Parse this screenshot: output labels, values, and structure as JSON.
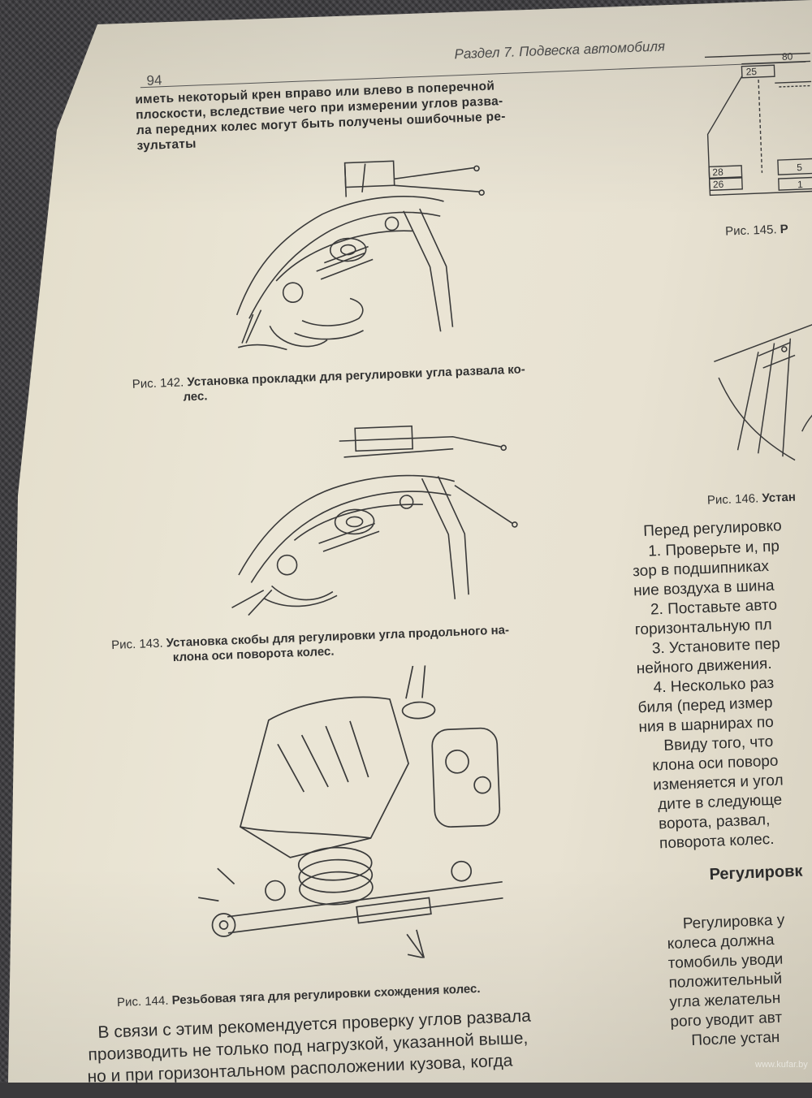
{
  "page": {
    "number": "94",
    "section_header": "Раздел 7. Подвеска автомобиля"
  },
  "top_paragraph": [
    "иметь некоторый крен вправо или влево в поперечной",
    "плоскости, вследствие чего при измерении углов разва-",
    "ла передних колес могут быть получены ошибочные ре-",
    "зультаты"
  ],
  "figures": {
    "fig142": {
      "label": "Рис. 142.",
      "caption_line1": "Установка прокладки для регулировки угла развала ко-",
      "caption_line2": "лес."
    },
    "fig143": {
      "label": "Рис. 143.",
      "caption_line1": "Установка скобы для регулировки угла продольного на-",
      "caption_line2": "клона оси поворота колес."
    },
    "fig144": {
      "label": "Рис. 144.",
      "caption_line1": "Резьбовая тяга для регулировки схождения колес."
    },
    "fig145": {
      "label": "Рис. 145.",
      "caption_line1": "Р",
      "numbers": [
        "80",
        "25",
        "28",
        "26",
        "5",
        "1"
      ]
    },
    "fig146": {
      "label": "Рис. 146.",
      "caption_line1": "Устан"
    }
  },
  "bottom_paragraph": [
    "В связи с этим рекомендуется проверку углов развала",
    "производить не только под нагрузкой, указанной выше,",
    "но и при горизонтальном расположении кузова, когда"
  ],
  "right_column": {
    "lines": [
      "Перед регулировко",
      "1. Проверьте и, пр",
      "зор в подшипниках",
      "ние воздуха в шина",
      "2. Поставьте авто",
      "горизонтальную пл",
      "3. Установите пер",
      "нейного движения.",
      "4. Несколько раз",
      "биля (перед измер",
      "ния в шарнирах по",
      "Ввиду того, что",
      "клона оси поворо",
      "изменяется и угол",
      "дите в следующе",
      "ворота, развал,",
      "поворота колес."
    ],
    "heading": "Регулировк",
    "lines2": [
      "Регулировка у",
      "колеса должна",
      "томобиль уводи",
      "положительный",
      "угла желательн",
      "рого уводит авт",
      "После устан"
    ]
  },
  "watermark": "www.kufar.by"
}
